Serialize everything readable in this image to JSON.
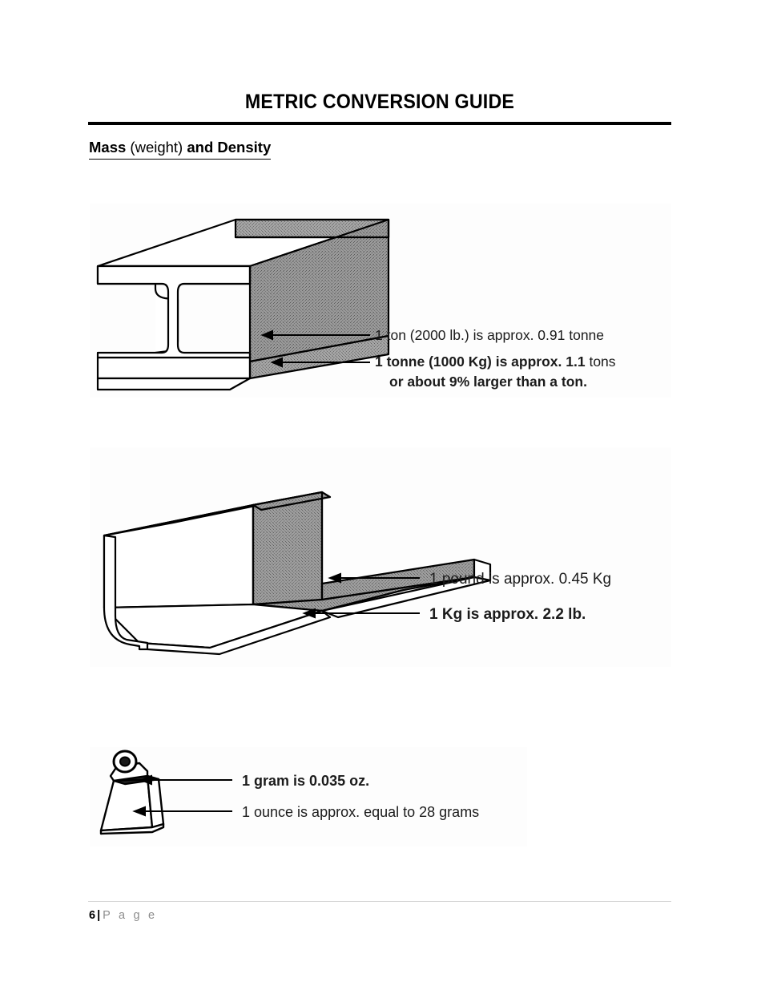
{
  "document": {
    "title": "METRIC CONVERSION GUIDE",
    "section_heading": {
      "part1_bold": "Mass",
      "part2_regular": " (weight)",
      "part3_bold": " and Density"
    }
  },
  "figures": [
    {
      "id": "figure-ibeam",
      "name": "i-beam-illustration",
      "shape": "I-beam steel section, isometric view with shaded gray web and flange faces",
      "callouts": [
        "1 ton (2000 lb.) is approx. 0.91 tonne",
        "1  tonne  (1000  Kg)  is  approx.  1.1 tons",
        "or about 9% larger than a ton."
      ]
    },
    {
      "id": "figure-angle",
      "name": "angle-iron-illustration",
      "shape": "L-shaped angle iron bar, isometric view with shaded gray inner faces",
      "callouts": [
        "1 pound is approx. 0.45 Kg",
        "1 Kg is approx. 2.2 lb."
      ]
    },
    {
      "id": "figure-weight",
      "name": "calibration-weight-illustration",
      "shape": "Trapezoidal calibration weight with ring handle on top",
      "callouts": [
        "1 gram is 0.035 oz.",
        "1 ounce is approx. equal to 28 grams"
      ]
    }
  ],
  "footer": {
    "page_number": "6",
    "separator": "|",
    "page_word": "P a g e"
  },
  "colors": {
    "ink": "#000000",
    "shade_gray": "#999999",
    "footer_gray": "#8d8d8d",
    "rule": "#000000",
    "footer_rule": "#d4d4d4",
    "page_background": "#ffffff"
  }
}
